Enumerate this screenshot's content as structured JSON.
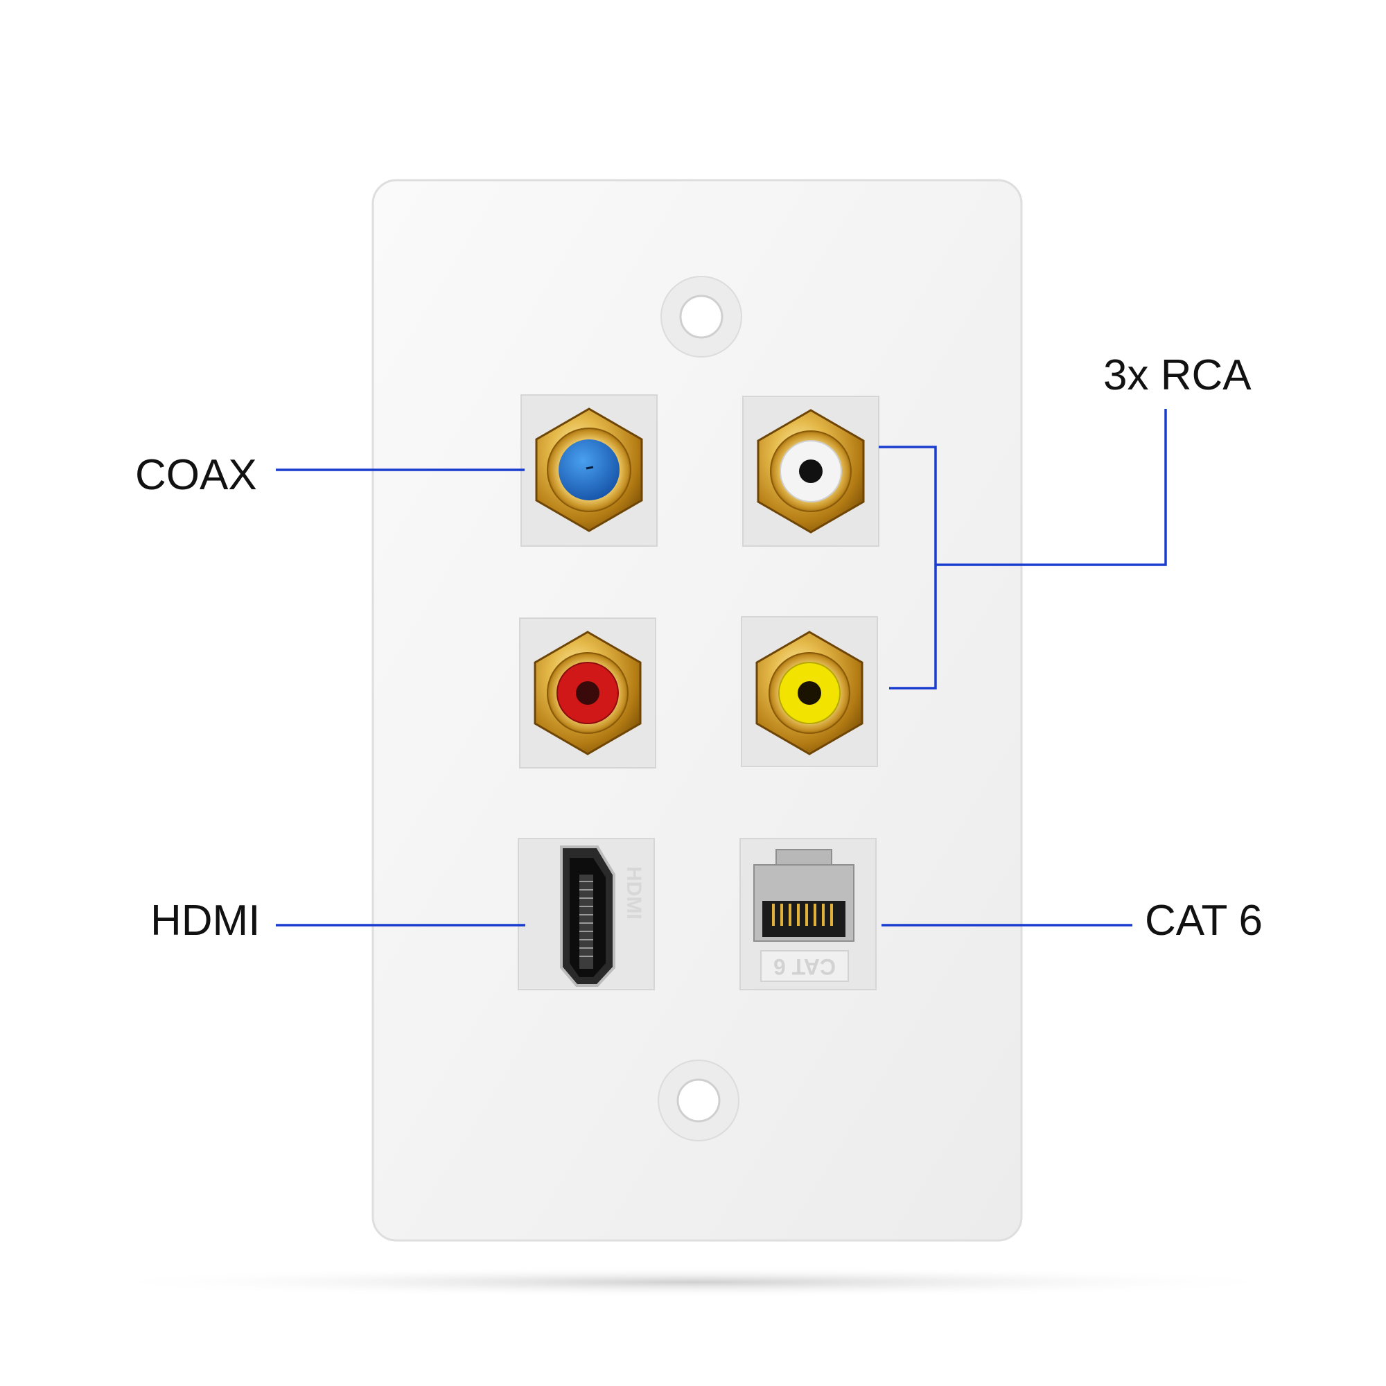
{
  "labels": {
    "coax": "COAX",
    "rca": "3x RCA",
    "hdmi": "HDMI",
    "cat6": "CAT 6"
  },
  "jack_markings": {
    "hdmi_module": "HDMI",
    "cat6_module": "CAT 6"
  },
  "colors": {
    "callout_line": "#1a3ccf",
    "plate": "#f3f3f3",
    "gold": "#d4a63a",
    "coax_insulator": "#1f6fd0",
    "rca_white": "#f4f4f4",
    "rca_red": "#d01818",
    "rca_yellow": "#f2e400"
  },
  "icons": [
    "coax-jack-icon",
    "rca-white-jack-icon",
    "rca-red-jack-icon",
    "rca-yellow-jack-icon",
    "hdmi-port-icon",
    "cat6-port-icon",
    "screw-hole-icon"
  ]
}
